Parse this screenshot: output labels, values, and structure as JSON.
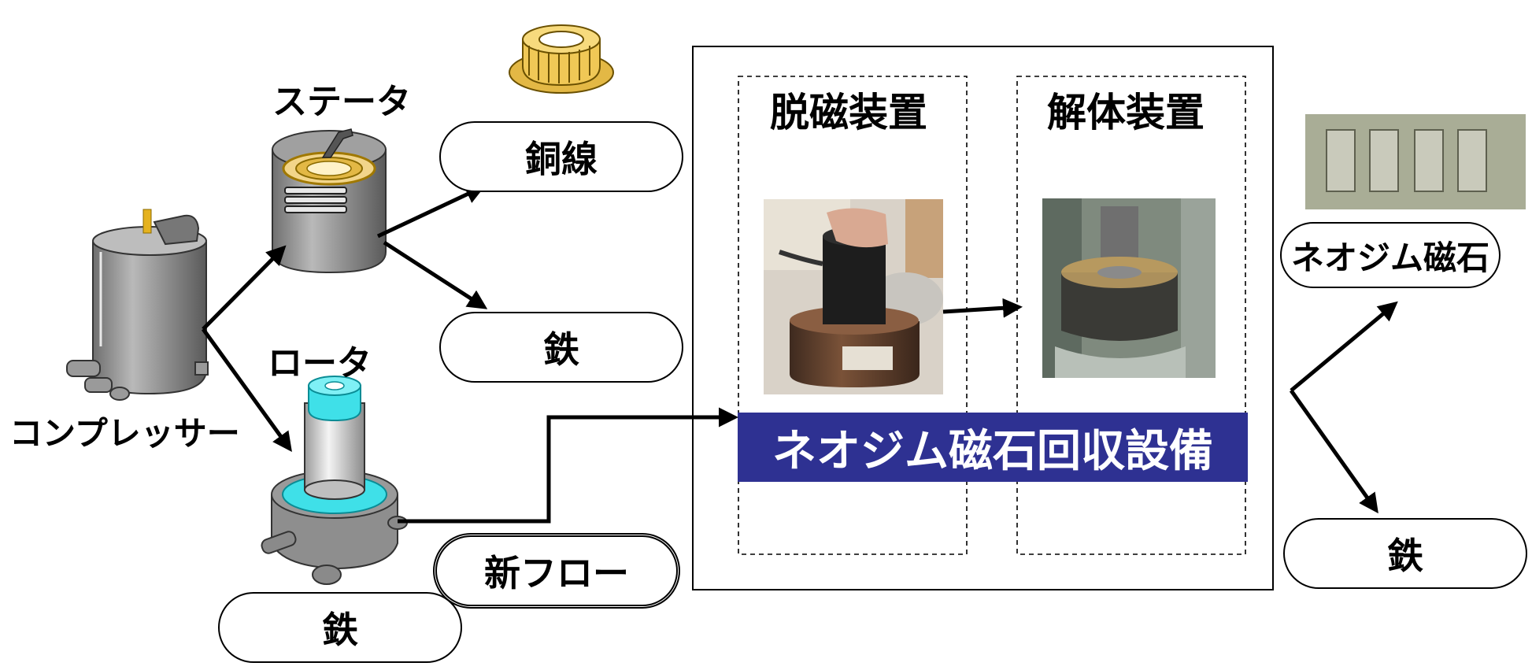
{
  "labels": {
    "compressor": "コンプレッサー",
    "stator": "ステータ",
    "rotor": "ロータ",
    "demagnetizer": "脱磁装置",
    "disassembler": "解体装置",
    "recovery_facility": "ネオジム磁石回収設備"
  },
  "boxes": {
    "copper_wire": "銅線",
    "iron_stator": "鉄",
    "iron_rotor": "鉄",
    "new_flow": "新フロー",
    "neodymium_magnet": "ネオジム磁石",
    "iron_output": "鉄"
  },
  "colors": {
    "banner": "#2e3192",
    "metal": "#8c8c8c",
    "copper": "#e0b040",
    "cyan": "#3fe0e8"
  }
}
